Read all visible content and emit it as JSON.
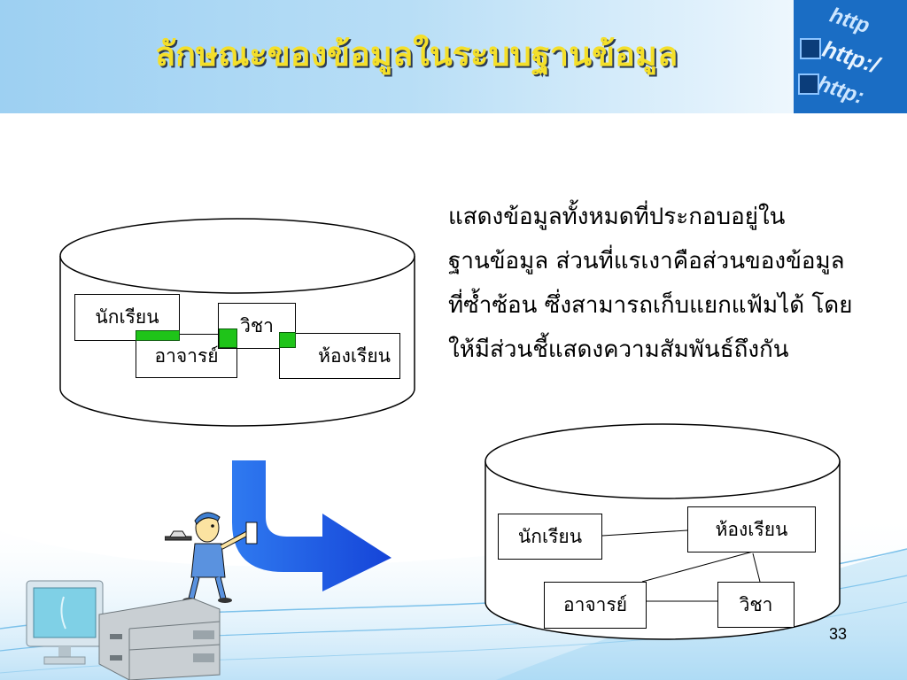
{
  "slide": {
    "title": "ลักษณะของข้อมูลในระบบฐานข้อมูล",
    "description_lines": [
      "แสดงข้อมูลทั้งหมดที่ประกอบอยู่ใน",
      "ฐานข้อมูล ส่วนที่แรเงาคือส่วนของข้อมูล",
      "ที่ซ้ำซ้อน ซึ่งสามารถเก็บแยกแฟ้มได้ โดย",
      "ให้มีส่วนชี้แสดงความสัมพันธ์ถึงกัน"
    ],
    "page_number": "33"
  },
  "database_before": {
    "boxes": {
      "student": "นักเรียน",
      "subject": "วิชา",
      "teacher": "อาจารย์",
      "room": "ห้องเรียน"
    }
  },
  "database_after": {
    "boxes": {
      "student": "นักเรียน",
      "room": "ห้องเรียน",
      "teacher": "อาจารย์",
      "subject": "วิชา"
    }
  },
  "colors": {
    "title_text": "#f4df2a",
    "header_gradient_start": "#9dd0f2",
    "overlap_marker": "#1fc419",
    "arrow": "#1f5fe8"
  }
}
